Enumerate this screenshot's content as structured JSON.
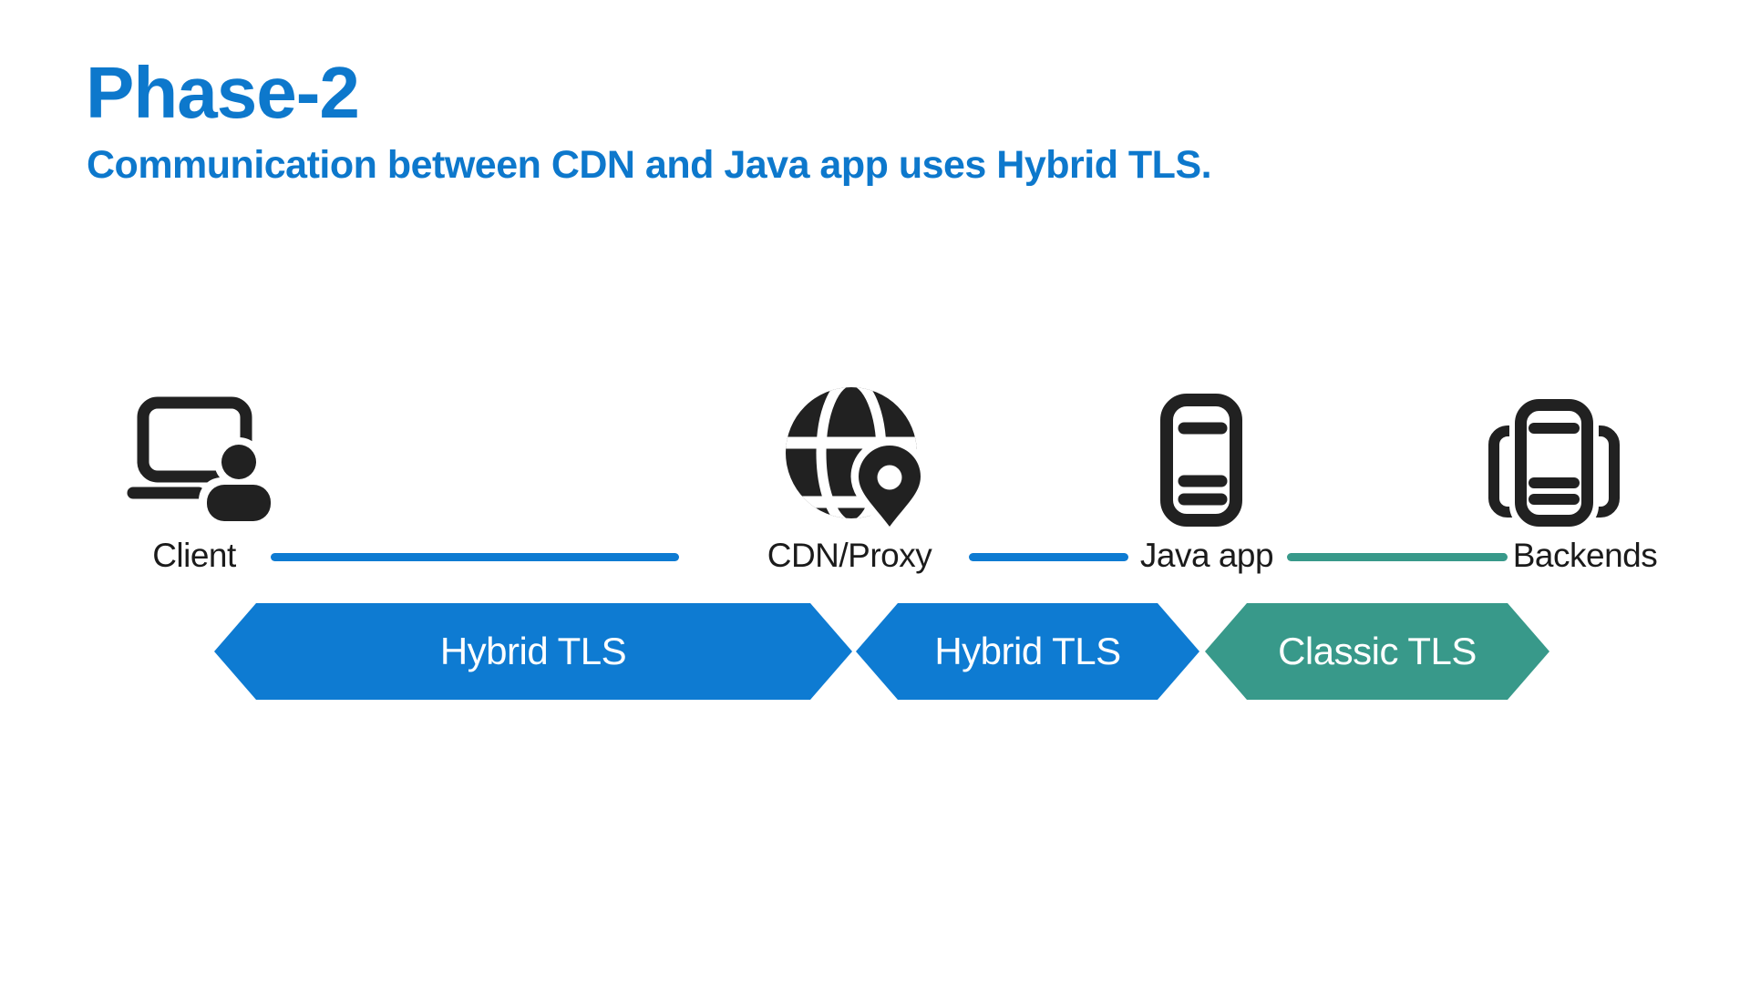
{
  "header": {
    "title": "Phase-2",
    "subtitle": "Communication between CDN and Java app uses Hybrid TLS."
  },
  "colors": {
    "title_blue": "#0d78cc",
    "primary_blue": "#0e7bd2",
    "teal": "#38998a",
    "icon_black": "#212121",
    "label_black": "#1b1b1b",
    "banner_text": "#ffffff",
    "background": "#ffffff"
  },
  "nodes": [
    {
      "id": "client",
      "label": "Client",
      "icon": "laptop-user-icon"
    },
    {
      "id": "cdn",
      "label": "CDN/Proxy",
      "icon": "globe-pin-icon"
    },
    {
      "id": "java",
      "label": "Java app",
      "icon": "server-icon"
    },
    {
      "id": "backends",
      "label": "Backends",
      "icon": "server-stack-icon"
    }
  ],
  "connections": [
    {
      "from": "Client",
      "to": "CDN/Proxy",
      "color": "#0e7bd2"
    },
    {
      "from": "CDN/Proxy",
      "to": "Java app",
      "color": "#0e7bd2"
    },
    {
      "from": "Java app",
      "to": "Backends",
      "color": "#38998a"
    }
  ],
  "banners": [
    {
      "label": "Hybrid TLS",
      "color": "#0e7bd2"
    },
    {
      "label": "Hybrid TLS",
      "color": "#0e7bd2"
    },
    {
      "label": "Classic TLS",
      "color": "#38998a"
    }
  ]
}
